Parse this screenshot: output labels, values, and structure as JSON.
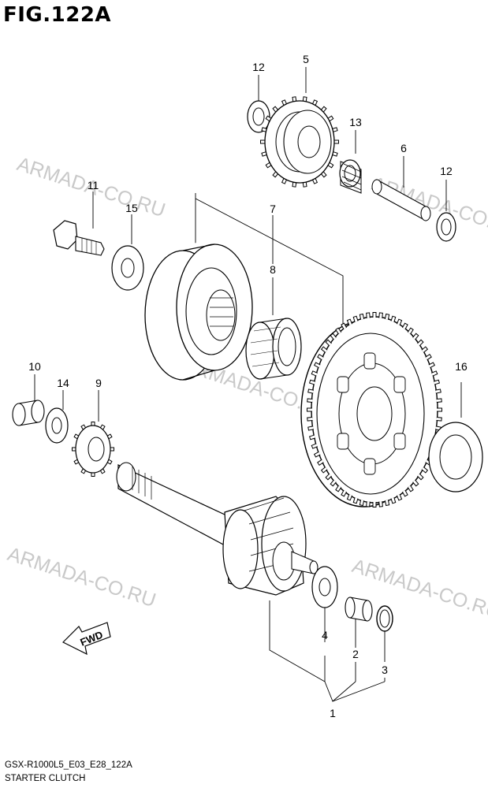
{
  "figure": {
    "title": "FIG.122A",
    "code": "GSX-R1000L5_E03_E28_122A",
    "name": "STARTER CLUTCH"
  },
  "watermark": "ARMADA-CO.RU",
  "direction_label": "FWD",
  "callouts": [
    "1",
    "2",
    "3",
    "4",
    "5",
    "6",
    "7",
    "8",
    "9",
    "10",
    "11",
    "12",
    "12",
    "13",
    "14",
    "15",
    "16"
  ]
}
